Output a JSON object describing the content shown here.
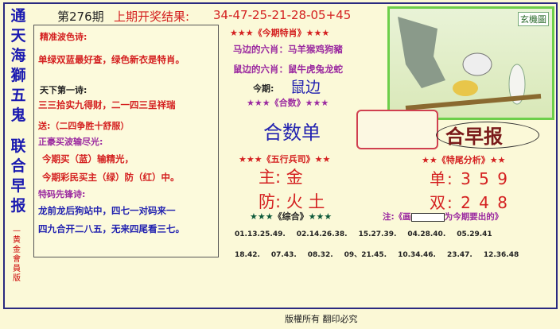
{
  "side_title": [
    "通",
    "天",
    "海",
    "獅",
    "五",
    "鬼"
  ],
  "side_title2": [
    "联",
    "合",
    "早",
    "报"
  ],
  "side_sub": "—黄金會員版",
  "issue": "第276期",
  "last_result_label": "上期开奖结果:",
  "last_result": "34-47-25-21-28-05+45",
  "poem_box": {
    "t1": "精准波色诗:",
    "l1": "单绿双蓝最好查，绿色新衣是特肖。",
    "t2": "天下第一诗:",
    "l2": "三三拾实九得财，二一四三呈祥瑞",
    "l3": "送:（二四争胜十舒服）",
    "t3": "正豪买波输尽光:",
    "l4": "今期买（蓝）输精光，",
    "l5": "今期彩民买主（绿）防（红）中。",
    "t4": "特码先锋诗:",
    "l6": "龙前龙后狗站中，四七一对码来一",
    "l7": "四九合开二八五，无来四尾看三七。"
  },
  "special": {
    "title": "《今期特肖》",
    "horse": "马边的六肖：马羊猴鸡狗豬",
    "rat": "鼠边的六肖：鼠牛虎兔龙蛇",
    "today_label": "今期:",
    "today": "鼠边"
  },
  "heshu": {
    "title": "《合数》",
    "value": "合数单"
  },
  "wuxing": {
    "title": "《五行兵司》",
    "main": "主: 金",
    "fang": "防: 火 土"
  },
  "tail": {
    "title": "《特尾分析》",
    "dan": "单: 3 5 9",
    "shuang": "双: 2 4 8"
  },
  "brand": "合早报",
  "picture_logo": "玄機圖",
  "zonghe": {
    "title": "《综合》"
  },
  "note": {
    "prefix": "注:《画",
    "suffix": "为今期要出的》"
  },
  "numbers_row1": [
    "01.13.25.49.",
    "02.14.26.38.",
    "15.27.39.",
    "04.28.40.",
    "05.29.41"
  ],
  "numbers_row2": [
    "18.42.",
    "07.43.",
    "08.32.",
    "09、21.45.",
    "10.34.46.",
    "23.47.",
    "12.36.48"
  ],
  "footer": "版權所有 翻印必究",
  "stars": "★★★"
}
